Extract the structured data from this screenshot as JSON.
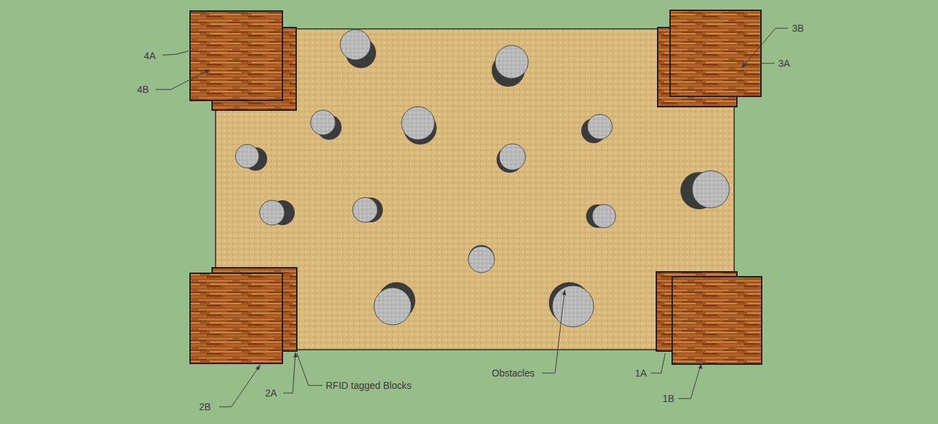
{
  "diagram": {
    "labels": [
      "4A",
      "4B",
      "3B",
      "3A",
      "2B",
      "2A",
      "RFID tagged Blocks",
      "Obstacles",
      "1A",
      "1B"
    ]
  }
}
